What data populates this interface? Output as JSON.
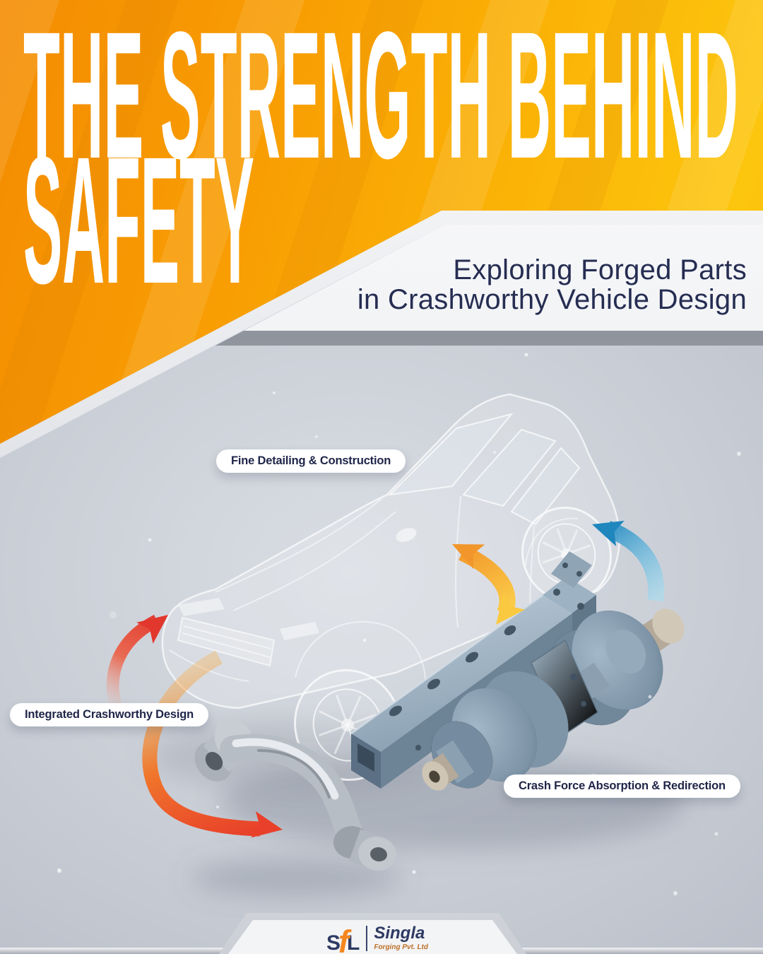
{
  "poster": {
    "title_line1": "THE STRENGTH BEHIND",
    "title_line2": "SAFETY",
    "subtitle_line1": "Exploring Forged Parts",
    "subtitle_line2": "in Crashworthy Vehicle Design"
  },
  "callouts": {
    "fine_detailing": "Fine Detailing & Construction",
    "integrated_design": "Integrated Crashworthy Design",
    "crash_force": "Crash Force Absorption & Redirection"
  },
  "footer": {
    "monogram_s": "S",
    "monogram_f": "f",
    "monogram_l": "L",
    "brand_name": "Singla",
    "brand_tagline": "Forging Pvt. Ltd"
  },
  "colors": {
    "orange_base": "#F9A004",
    "orange_deep": "#F48C02",
    "yellow_light": "#FDC60E",
    "navy_text": "#252D52",
    "body_gray": "#C9CED6",
    "pill_bg": "#FFFFFF",
    "steel_part": "#7F95A9",
    "arrow_red": "#E2372C",
    "arrow_orange": "#E8402A",
    "arrow_yellow": "#FCD14B",
    "arrow_blue": "#1F86BE"
  }
}
